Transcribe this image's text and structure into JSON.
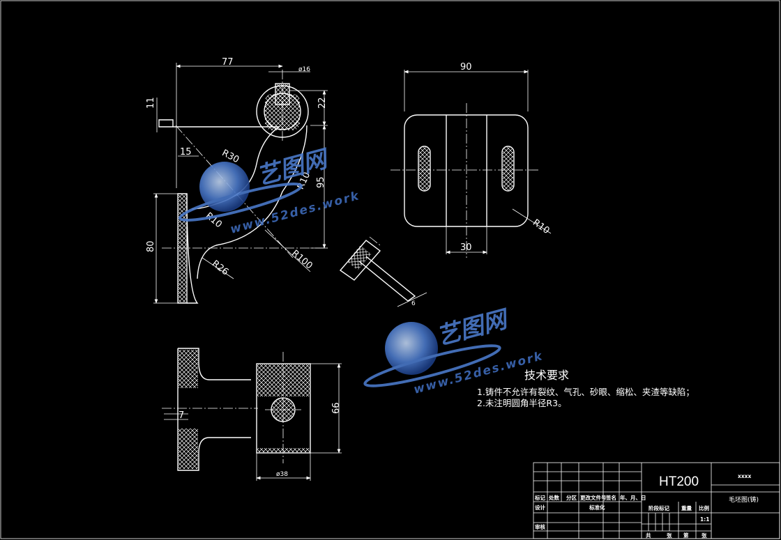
{
  "views": {
    "front": {
      "dims": {
        "width": "77",
        "hole_dia": "ø16",
        "top_thickness": "11",
        "top_height": "22",
        "total_height": "95",
        "left_offset": "15",
        "height": "80",
        "r30": "R30",
        "r10a": "R10",
        "r10b": "R10",
        "r26": "R26",
        "r100": "R100"
      }
    },
    "side": {
      "dims": {
        "width": "90",
        "slot_spacing": "30",
        "corner_radius": "R10"
      }
    },
    "rib_section": {
      "dims": {
        "rib": "6"
      }
    },
    "bottom_left": {
      "dims": {
        "thickness": "7"
      }
    },
    "bottom_right": {
      "dims": {
        "height": "66",
        "dia": "ø38"
      }
    }
  },
  "tech_requirements": {
    "title": "技术要求",
    "items": [
      "1.铸件不允许有裂纹、气孔、砂眼、缩松、夹渣等缺陷；",
      "2.未注明圆角半径R3。"
    ]
  },
  "watermark": {
    "logo_text": "艺图网",
    "url": "www.52des.work",
    "color": "#4a78c8"
  },
  "title_block": {
    "material": "HT200",
    "drawing_code": "xxxx",
    "drawing_name": "毛坯图(铸)",
    "scale": "1:1",
    "labels": {
      "mark": "标记",
      "count": "处数",
      "zone": "分区",
      "change_doc": "更改文件号",
      "signature": "签名",
      "date": "年、月、日",
      "design": "设计",
      "standardize": "标准化",
      "stage_mark": "阶段标记",
      "weight": "重量",
      "scale": "比例",
      "review": "审核",
      "sheets": "共",
      "sheet_of": "张",
      "sheet_no": "第",
      "sheet_no2": "张"
    }
  }
}
